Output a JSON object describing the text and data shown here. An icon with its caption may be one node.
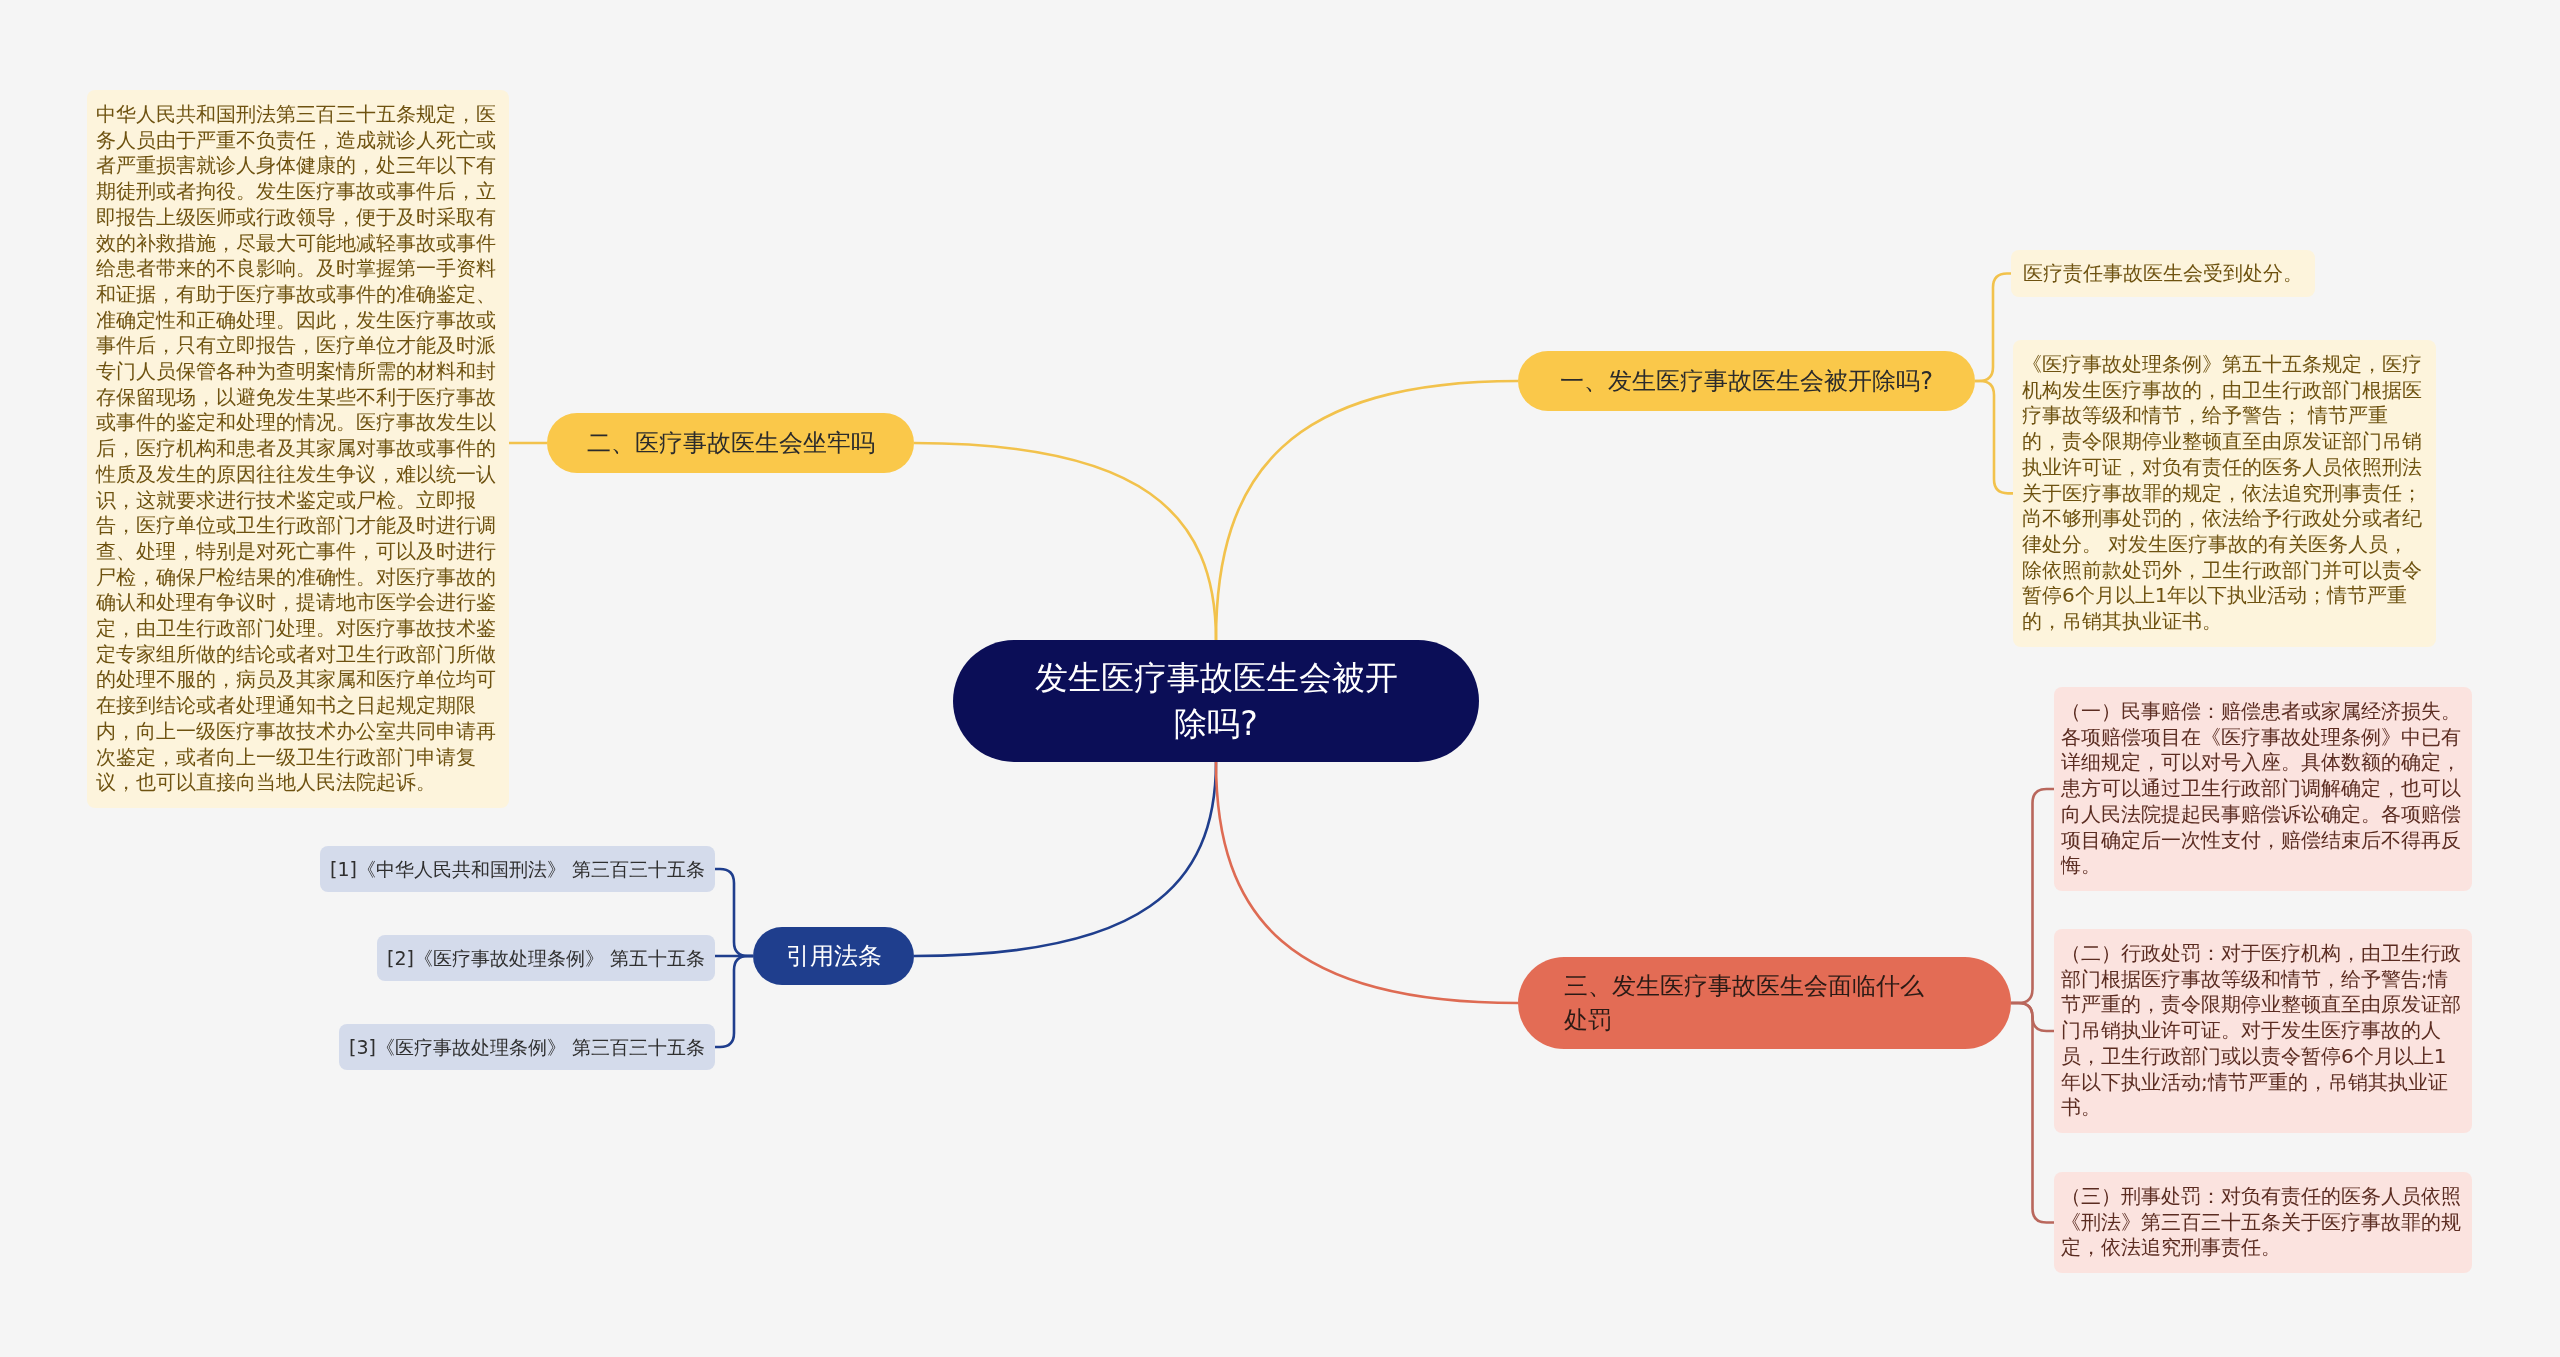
{
  "diagram": {
    "nodes": [
      {
        "text": [
          "发生医疗事故医生会被开除吗?"
        ]
      },
      {
        "text": [
          "一、发生医疗事故医生会被开除吗?"
        ]
      },
      {
        "text": [
          "医疗责任事故医生会受到处分。"
        ]
      },
      {
        "text": [
          "《医疗事故处理条例》第五十五条规定，医疗机构发生医疗事故的，由卫生行政部门根据医疗事故等级和情节，给予警告； 情节严重的，责令限期停业整顿直至由原发证部门吊销执业许可证，对负有责任的医务人员依照刑法关于医疗事故罪的规定，依法追究刑事责任；尚不够刑事处罚的，依法给予行政处分或者纪律处分。 对发生医疗事故的有关医务人员，除依照前款处罚外，卫生行政部门并可以责令暂停6个月以上1年以下执业活动；情节严重的，吊销其执业证书。"
        ]
      },
      {
        "text": [
          "二、医疗事故医生会坐牢吗"
        ]
      },
      {
        "text": [
          "中华人民共和国刑法第三百三十五条规定，医务人员由于严重不负责任，造成就诊人死亡或者严重损害就诊人身体健康的，处三年以下有期徒刑或者拘役。发生医疗事故或事件后，立即报告上级医师或行政领导，便于及时采取有效的补救措施，尽最大可能地减轻事故或事件给患者带来的不良影响。及时掌握第一手资料和证据，有助于医疗事故或事件的准确鉴定、准确定性和正确处理。因此，发生医疗事故或事件后，只有立即报告，医疗单位才能及时派专门人员保管各种为查明案情所需的材料和封存保留现场，以避免发生某些不利于医疗事故或事件的鉴定和处理的情况。医疗事故发生以后，医疗机构和患者及其家属对事故或事件的性质及发生的原因往往发生争议，难以统一认识，这就要求进行技术鉴定或尸检。立即报告，医疗单位或卫生行政部门才能及时进行调查、处理，特别是对死亡事件，可以及时进行尸检，确保尸检结果的准确性。对医疗事故的确认和处理有争议时，提请地市医学会进行鉴定，由卫生行政部门处理。对医疗事故技术鉴定专家组所做的结论或者对卫生行政部门所做的处理不服的，病员及其家属和医疗单位均可在接到结论或者处理通知书之日起规定期限内，向上一级医疗事故技术办公室共同申请再次鉴定，或者向上一级卫生行政部门申请复议，也可以直接向当地人民法院起诉。"
        ]
      },
      {
        "text": [
          "三、发生医疗事故医生会面临什么处罚"
        ]
      },
      {
        "text": [
          "（一）民事赔偿：赔偿患者或家属经济损失。各项赔偿项目在《医疗事故处理条例》中已有详细规定，可以对号入座。具体数额的确定，患方可以通过卫生行政部门调解确定，也可以向人民法院提起民事赔偿诉讼确定。各项赔偿项目确定后一次性支付，赔偿结束后不得再反悔。"
        ]
      },
      {
        "text": [
          "（二）行政处罚：对于医疗机构，由卫生行政部门根据医疗事故等级和情节，给予警告;情节严重的，责令限期停业整顿直至由原发证部门吊销执业许可证。对于发生医疗事故的人员，卫生行政部门或以责令暂停6个月以上1年以下执业活动;情节严重的，吊销其执业证书。"
        ]
      },
      {
        "text": [
          "（三）刑事处罚：对负有责任的医务人员依照《刑法》第三百三十五条关于医疗事故罪的规定，依法追究刑事责任。"
        ]
      },
      {
        "text": [
          "引用法条"
        ]
      },
      {
        "text": [
          "[1]《中华人民共和国刑法》 第三百三十五条"
        ]
      },
      {
        "text": [
          "[2]《医疗事故处理条例》 第五十五条"
        ]
      },
      {
        "text": [
          "[3]《医疗事故处理条例》 第三百三十五条"
        ]
      }
    ],
    "edges": [
      {
        "from": 0,
        "to": 1,
        "arrow": "none"
      },
      {
        "from": 0,
        "to": 4,
        "arrow": "none"
      },
      {
        "from": 0,
        "to": 10,
        "arrow": "none",
        "color": "#1f3e8d"
      },
      {
        "from": 0,
        "to": 6,
        "arrow": "none",
        "color": "#de6b53"
      },
      {
        "from": 1,
        "to": 2,
        "arrow": "none"
      },
      {
        "from": 1,
        "to": 3,
        "arrow": "none"
      },
      {
        "from": 4,
        "to": 5,
        "arrow": "none"
      },
      {
        "from": 6,
        "to": 7,
        "arrow": "none",
        "color": "#b9675c"
      },
      {
        "from": 6,
        "to": 8,
        "arrow": "none",
        "color": "#b9675c"
      },
      {
        "from": 6,
        "to": 9,
        "arrow": "none",
        "color": "#b9675c"
      },
      {
        "from": 10,
        "to": 11,
        "arrow": "none",
        "color": "#1f3e8d"
      },
      {
        "from": 10,
        "to": 12,
        "arrow": "none",
        "color": "#1f3e8d"
      },
      {
        "from": 10,
        "to": 13,
        "arrow": "none",
        "color": "#1f3e8d"
      }
    ]
  }
}
